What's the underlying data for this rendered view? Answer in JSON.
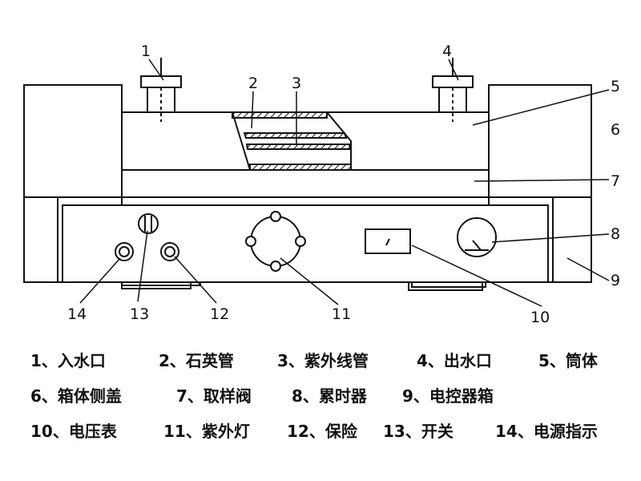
{
  "callouts": {
    "c1": "1",
    "c2": "2",
    "c3": "3",
    "c4": "4",
    "c5": "5",
    "c6": "6",
    "c7": "7",
    "c8": "8",
    "c9": "9",
    "c10": "10",
    "c11": "11",
    "c12": "12",
    "c13": "13",
    "c14": "14"
  },
  "legend": {
    "row1": [
      "1、入水口",
      "2、石英管",
      "3、紫外线管",
      "4、出水口",
      "5、筒体"
    ],
    "row2": [
      "6、箱体侧盖",
      "7、取样阀",
      "8、累时器",
      "9、电控器箱"
    ],
    "row3": [
      "10、电压表",
      "11、紫外灯",
      "12、保险",
      "13、开关",
      "14、电源指示"
    ]
  }
}
